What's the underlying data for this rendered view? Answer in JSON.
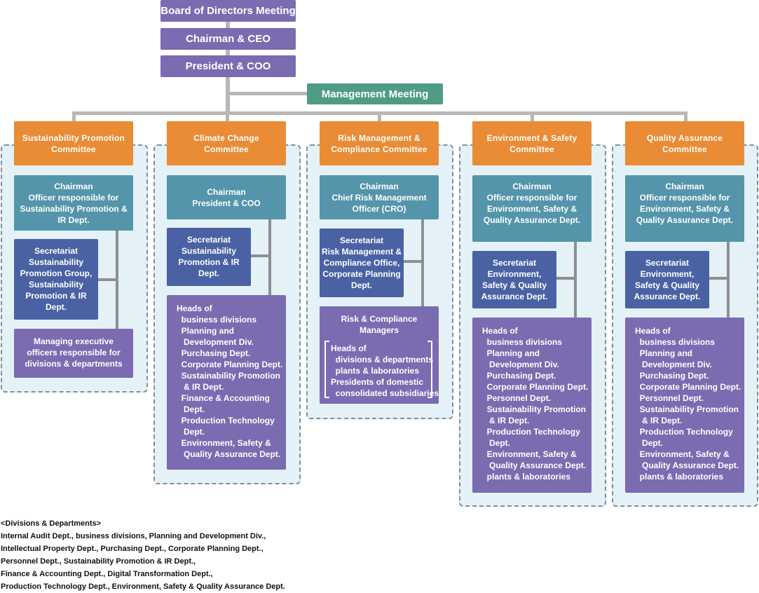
{
  "top": {
    "board": "Board of Directors Meeting",
    "chairman": "Chairman & CEO",
    "president": "President & COO",
    "management": "Management Meeting"
  },
  "committees": [
    {
      "name": [
        "Sustainability Promotion",
        "Committee"
      ],
      "chair": [
        "Chairman",
        "Officer responsible for",
        "Sustainability Promotion &",
        "IR Dept."
      ],
      "secretariat": [
        "Secretariat",
        "Sustainability",
        "Promotion Group,",
        "Sustainability",
        "Promotion & IR",
        "Dept."
      ],
      "members": [
        "Managing executive",
        "officers responsible for",
        "divisions & departments"
      ]
    },
    {
      "name": [
        "Climate Change",
        "Committee"
      ],
      "chair": [
        "Chairman",
        "President & COO"
      ],
      "secretariat": [
        "Secretariat",
        "Sustainability",
        "Promotion & IR",
        "Dept."
      ],
      "members": [
        "Heads of",
        "  business divisions",
        "  Planning and",
        "   Development Div.",
        "  Purchasing Dept.",
        "  Corporate Planning Dept.",
        "  Sustainability Promotion",
        "   & IR Dept.",
        "  Finance & Accounting",
        "   Dept.",
        "  Production Technology",
        "   Dept.",
        "  Environment, Safety &",
        "   Quality Assurance Dept."
      ]
    },
    {
      "name": [
        "Risk Management &",
        "Compliance Committee"
      ],
      "chair": [
        "Chairman",
        "Chief Risk Management",
        "Officer (CRO)"
      ],
      "secretariat": [
        "Secretariat",
        "Risk Management &",
        "Compliance Office,",
        "Corporate Planning",
        "Dept."
      ],
      "members_title": [
        "Risk & Compliance",
        "Managers"
      ],
      "members": [
        "Heads of",
        "  divisions & departments",
        "  plants & laboratories",
        "Presidents of domestic",
        "  consolidated subsidiaries"
      ]
    },
    {
      "name": [
        "Environment & Safety",
        "Committee"
      ],
      "chair": [
        "Chairman",
        "Officer responsible for",
        "Environment, Safety &",
        "Quality Assurance Dept."
      ],
      "secretariat": [
        "Secretariat",
        "Environment,",
        "Safety & Quality",
        "Assurance Dept."
      ],
      "members": [
        "Heads of",
        "  business divisions",
        "  Planning and",
        "   Development Div.",
        "  Purchasing Dept.",
        "  Corporate Planning Dept.",
        "  Personnel Dept.",
        "  Sustainability Promotion",
        "   & IR Dept.",
        "  Production Technology",
        "   Dept.",
        "  Environment, Safety &",
        "   Quality Assurance Dept.",
        "  plants & laboratories"
      ]
    },
    {
      "name": [
        "Quality Assurance",
        "Committee"
      ],
      "chair": [
        "Chairman",
        "Officer responsible for",
        "Environment, Safety &",
        "Quality Assurance Dept."
      ],
      "secretariat": [
        "Secretariat",
        "Environment,",
        "Safety & Quality",
        "Assurance Dept."
      ],
      "members": [
        "Heads of",
        "  business divisions",
        "  Planning and",
        "   Development Div.",
        "  Purchasing Dept.",
        "  Corporate Planning Dept.",
        "  Personnel Dept.",
        "  Sustainability Promotion",
        "   & IR Dept.",
        "  Production Technology",
        "   Dept.",
        "  Environment, Safety &",
        "   Quality Assurance Dept.",
        "  plants & laboratories"
      ]
    }
  ],
  "legend": {
    "title": "<Divisions & Departments>",
    "lines": [
      "Internal Audit Dept., business divisions, Planning and Development Div.,",
      "Intellectual Property Dept., Purchasing Dept., Corporate Planning Dept.,",
      "Personnel Dept., Sustainability Promotion & IR Dept.,",
      "Finance & Accounting Dept., Digital Transformation Dept.,",
      "Production Technology Dept., Environment, Safety & Quality Assurance Dept."
    ]
  },
  "colors": {
    "top_purple": "#7b6bb0",
    "management_green": "#4f9c86",
    "committee_orange": "#e98c35",
    "chair_teal": "#5495ab",
    "secretariat_blue": "#4a62a3",
    "zone_bg": "#e4f1f6"
  }
}
